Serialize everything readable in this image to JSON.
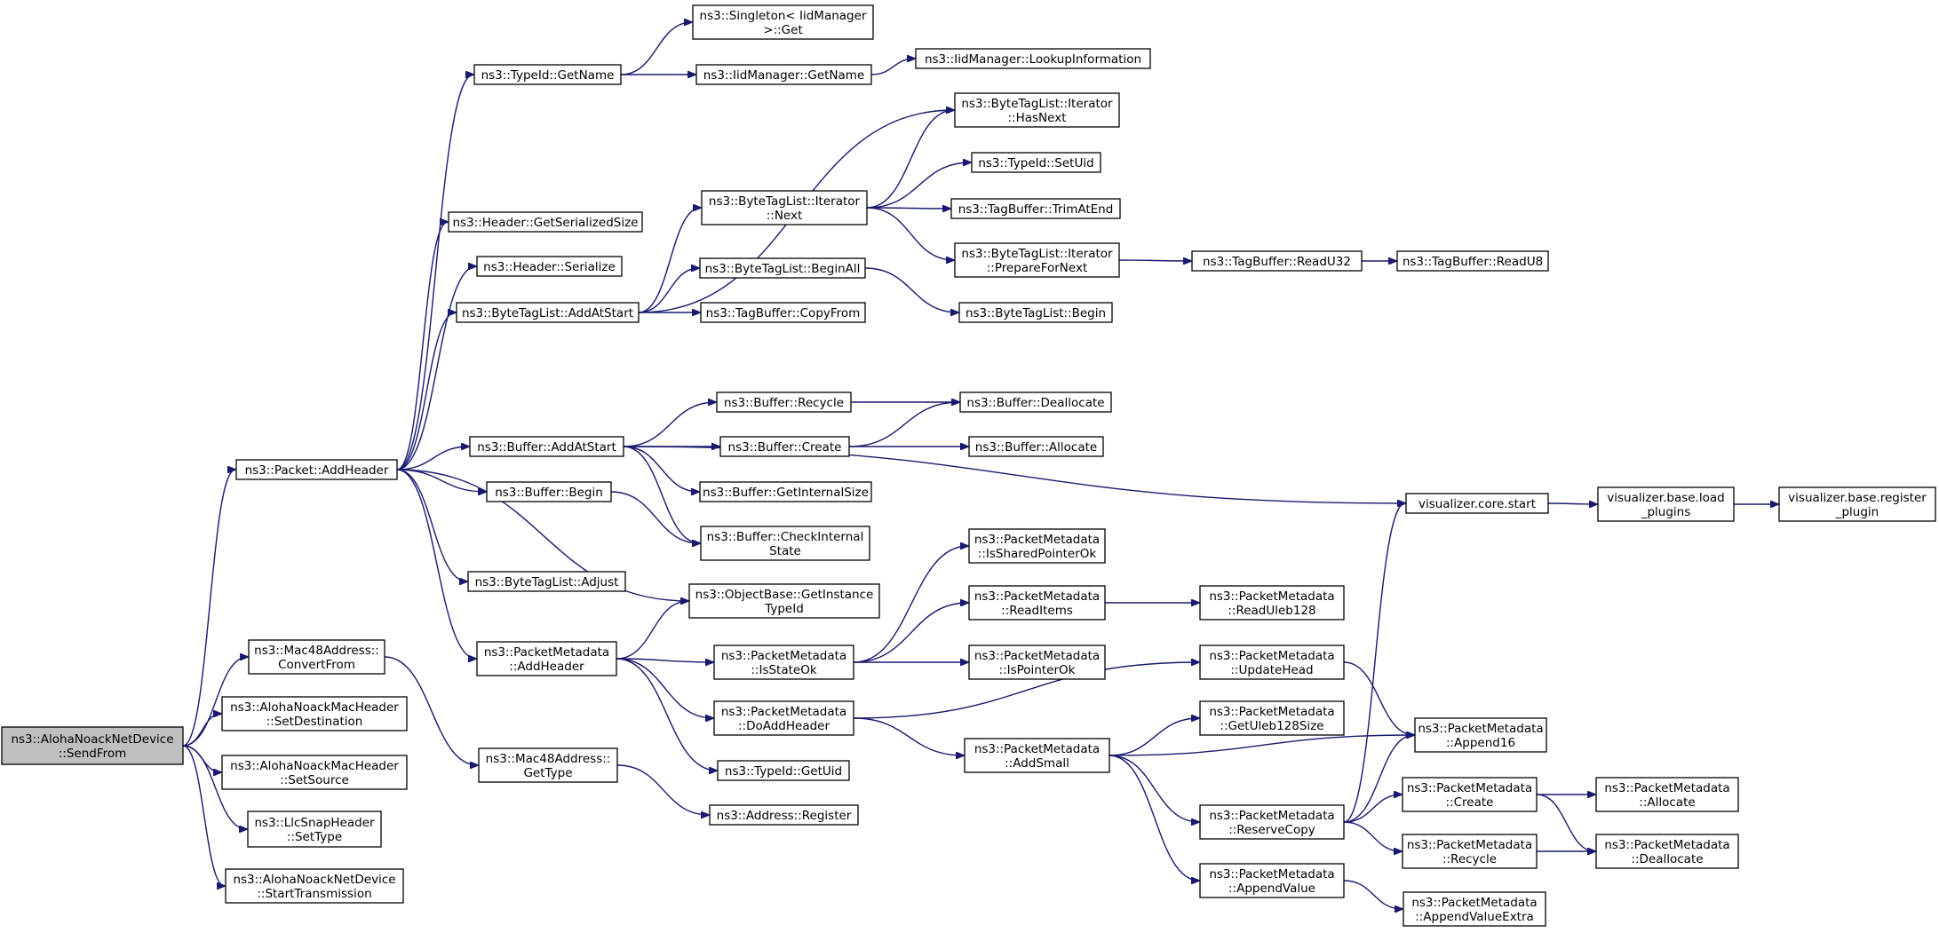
{
  "nodes": [
    {
      "id": "sendfrom",
      "lines": [
        "ns3::AlohaNoackNetDevice",
        "::SendFrom"
      ],
      "root": true
    },
    {
      "id": "addheader",
      "lines": [
        "ns3::Packet::AddHeader"
      ]
    },
    {
      "id": "convertfrom",
      "lines": [
        "ns3::Mac48Address::",
        "ConvertFrom"
      ]
    },
    {
      "id": "setdest",
      "lines": [
        "ns3::AlohaNoackMacHeader",
        "::SetDestination"
      ]
    },
    {
      "id": "setsource",
      "lines": [
        "ns3::AlohaNoackMacHeader",
        "::SetSource"
      ]
    },
    {
      "id": "settype",
      "lines": [
        "ns3::LlcSnapHeader",
        "::SetType"
      ]
    },
    {
      "id": "starttx",
      "lines": [
        "ns3::AlohaNoackNetDevice",
        "::StartTransmission"
      ]
    },
    {
      "id": "typeid_getname",
      "lines": [
        "ns3::TypeId::GetName"
      ]
    },
    {
      "id": "hdr_getsize",
      "lines": [
        "ns3::Header::GetSerializedSize"
      ]
    },
    {
      "id": "hdr_serialize",
      "lines": [
        "ns3::Header::Serialize"
      ]
    },
    {
      "id": "btl_addatstart",
      "lines": [
        "ns3::ByteTagList::AddAtStart"
      ]
    },
    {
      "id": "buf_addatstart",
      "lines": [
        "ns3::Buffer::AddAtStart"
      ]
    },
    {
      "id": "buf_begin",
      "lines": [
        "ns3::Buffer::Begin"
      ]
    },
    {
      "id": "btl_adjust",
      "lines": [
        "ns3::ByteTagList::Adjust"
      ]
    },
    {
      "id": "pm_addheader",
      "lines": [
        "ns3::PacketMetadata",
        "::AddHeader"
      ]
    },
    {
      "id": "mac48_gettype",
      "lines": [
        "ns3::Mac48Address::",
        "GetType"
      ]
    },
    {
      "id": "singleton_get",
      "lines": [
        "ns3::Singleton< IidManager",
        " >::Get"
      ]
    },
    {
      "id": "iid_getname",
      "lines": [
        "ns3::IidManager::GetName"
      ]
    },
    {
      "id": "iid_lookup",
      "lines": [
        "ns3::IidManager::LookupInformation"
      ]
    },
    {
      "id": "btli_hasnext",
      "lines": [
        "ns3::ByteTagList::Iterator",
        "::HasNext"
      ]
    },
    {
      "id": "btli_next",
      "lines": [
        "ns3::ByteTagList::Iterator",
        "::Next"
      ]
    },
    {
      "id": "typeid_setuid",
      "lines": [
        "ns3::TypeId::SetUid"
      ]
    },
    {
      "id": "tb_trimatend",
      "lines": [
        "ns3::TagBuffer::TrimAtEnd"
      ]
    },
    {
      "id": "btli_prepare",
      "lines": [
        "ns3::ByteTagList::Iterator",
        "::PrepareForNext"
      ]
    },
    {
      "id": "tb_readu32",
      "lines": [
        "ns3::TagBuffer::ReadU32"
      ]
    },
    {
      "id": "tb_readu8",
      "lines": [
        "ns3::TagBuffer::ReadU8"
      ]
    },
    {
      "id": "btl_beginall",
      "lines": [
        "ns3::ByteTagList::BeginAll"
      ]
    },
    {
      "id": "btl_begin",
      "lines": [
        "ns3::ByteTagList::Begin"
      ]
    },
    {
      "id": "tb_copyfrom",
      "lines": [
        "ns3::TagBuffer::CopyFrom"
      ]
    },
    {
      "id": "buf_recycle",
      "lines": [
        "ns3::Buffer::Recycle"
      ]
    },
    {
      "id": "buf_dealloc",
      "lines": [
        "ns3::Buffer::Deallocate"
      ]
    },
    {
      "id": "buf_create",
      "lines": [
        "ns3::Buffer::Create"
      ]
    },
    {
      "id": "buf_alloc",
      "lines": [
        "ns3::Buffer::Allocate"
      ]
    },
    {
      "id": "buf_getinternal",
      "lines": [
        "ns3::Buffer::GetInternalSize"
      ]
    },
    {
      "id": "buf_checkinternal",
      "lines": [
        "ns3::Buffer::CheckInternal",
        "State"
      ]
    },
    {
      "id": "ob_getinstance",
      "lines": [
        "ns3::ObjectBase::GetInstance",
        "TypeId"
      ]
    },
    {
      "id": "pm_isstateok",
      "lines": [
        "ns3::PacketMetadata",
        "::IsStateOk"
      ]
    },
    {
      "id": "pm_doaddheader",
      "lines": [
        "ns3::PacketMetadata",
        "::DoAddHeader"
      ]
    },
    {
      "id": "typeid_getuid",
      "lines": [
        "ns3::TypeId::GetUid"
      ]
    },
    {
      "id": "addr_register",
      "lines": [
        "ns3::Address::Register"
      ]
    },
    {
      "id": "pm_issharedptr",
      "lines": [
        "ns3::PacketMetadata",
        "::IsSharedPointerOk"
      ]
    },
    {
      "id": "pm_readitems",
      "lines": [
        "ns3::PacketMetadata",
        "::ReadItems"
      ]
    },
    {
      "id": "pm_ispointer",
      "lines": [
        "ns3::PacketMetadata",
        "::IsPointerOk"
      ]
    },
    {
      "id": "pm_readuleb",
      "lines": [
        "ns3::PacketMetadata",
        "::ReadUleb128"
      ]
    },
    {
      "id": "pm_updatehead",
      "lines": [
        "ns3::PacketMetadata",
        "::UpdateHead"
      ]
    },
    {
      "id": "pm_addsmall",
      "lines": [
        "ns3::PacketMetadata",
        "::AddSmall"
      ]
    },
    {
      "id": "pm_getuleb",
      "lines": [
        "ns3::PacketMetadata",
        "::GetUleb128Size"
      ]
    },
    {
      "id": "pm_append16",
      "lines": [
        "ns3::PacketMetadata",
        "::Append16"
      ]
    },
    {
      "id": "pm_reservecopy",
      "lines": [
        "ns3::PacketMetadata",
        "::ReserveCopy"
      ]
    },
    {
      "id": "pm_appendvalue",
      "lines": [
        "ns3::PacketMetadata",
        "::AppendValue"
      ]
    },
    {
      "id": "pm_create",
      "lines": [
        "ns3::PacketMetadata",
        "::Create"
      ]
    },
    {
      "id": "pm_recycle",
      "lines": [
        "ns3::PacketMetadata",
        "::Recycle"
      ]
    },
    {
      "id": "pm_appendvalueextra",
      "lines": [
        "ns3::PacketMetadata",
        "::AppendValueExtra"
      ]
    },
    {
      "id": "pm_allocate",
      "lines": [
        "ns3::PacketMetadata",
        "::Allocate"
      ]
    },
    {
      "id": "pm_deallocate",
      "lines": [
        "ns3::PacketMetadata",
        "::Deallocate"
      ]
    },
    {
      "id": "vis_start",
      "lines": [
        "visualizer.core.start"
      ]
    },
    {
      "id": "vis_load",
      "lines": [
        "visualizer.base.load",
        "_plugins"
      ]
    },
    {
      "id": "vis_register",
      "lines": [
        "visualizer.base.register",
        "_plugin"
      ]
    }
  ],
  "edges": [
    [
      "sendfrom",
      "addheader"
    ],
    [
      "sendfrom",
      "convertfrom"
    ],
    [
      "sendfrom",
      "setdest"
    ],
    [
      "sendfrom",
      "setsource"
    ],
    [
      "sendfrom",
      "settype"
    ],
    [
      "sendfrom",
      "starttx"
    ],
    [
      "addheader",
      "typeid_getname"
    ],
    [
      "addheader",
      "hdr_getsize"
    ],
    [
      "addheader",
      "hdr_serialize"
    ],
    [
      "addheader",
      "btl_addatstart"
    ],
    [
      "addheader",
      "buf_addatstart"
    ],
    [
      "addheader",
      "buf_begin"
    ],
    [
      "addheader",
      "btl_adjust"
    ],
    [
      "addheader",
      "pm_addheader"
    ],
    [
      "addheader",
      "ob_getinstance"
    ],
    [
      "convertfrom",
      "mac48_gettype"
    ],
    [
      "mac48_gettype",
      "addr_register"
    ],
    [
      "typeid_getname",
      "singleton_get"
    ],
    [
      "typeid_getname",
      "iid_getname"
    ],
    [
      "iid_getname",
      "iid_lookup"
    ],
    [
      "btl_addatstart",
      "btli_hasnext"
    ],
    [
      "btl_addatstart",
      "btli_next"
    ],
    [
      "btl_addatstart",
      "btl_beginall"
    ],
    [
      "btl_addatstart",
      "tb_copyfrom"
    ],
    [
      "btli_next",
      "btli_hasnext"
    ],
    [
      "btli_next",
      "typeid_setuid"
    ],
    [
      "btli_next",
      "tb_trimatend"
    ],
    [
      "btli_next",
      "btli_prepare"
    ],
    [
      "btli_prepare",
      "tb_readu32"
    ],
    [
      "tb_readu32",
      "tb_readu8"
    ],
    [
      "btl_beginall",
      "btl_begin"
    ],
    [
      "buf_addatstart",
      "buf_recycle"
    ],
    [
      "buf_addatstart",
      "buf_create"
    ],
    [
      "buf_addatstart",
      "buf_getinternal"
    ],
    [
      "buf_addatstart",
      "buf_checkinternal"
    ],
    [
      "buf_addatstart",
      "vis_start"
    ],
    [
      "buf_recycle",
      "buf_dealloc"
    ],
    [
      "buf_create",
      "buf_dealloc"
    ],
    [
      "buf_create",
      "buf_alloc"
    ],
    [
      "buf_begin",
      "buf_checkinternal"
    ],
    [
      "vis_start",
      "vis_load"
    ],
    [
      "vis_load",
      "vis_register"
    ],
    [
      "pm_addheader",
      "ob_getinstance"
    ],
    [
      "pm_addheader",
      "pm_isstateok"
    ],
    [
      "pm_addheader",
      "pm_doaddheader"
    ],
    [
      "pm_addheader",
      "typeid_getuid"
    ],
    [
      "pm_isstateok",
      "pm_issharedptr"
    ],
    [
      "pm_isstateok",
      "pm_readitems"
    ],
    [
      "pm_isstateok",
      "pm_ispointer"
    ],
    [
      "pm_readitems",
      "pm_readuleb"
    ],
    [
      "pm_doaddheader",
      "pm_updatehead"
    ],
    [
      "pm_doaddheader",
      "pm_addsmall"
    ],
    [
      "pm_updatehead",
      "pm_append16"
    ],
    [
      "pm_addsmall",
      "pm_getuleb"
    ],
    [
      "pm_addsmall",
      "pm_append16"
    ],
    [
      "pm_addsmall",
      "pm_reservecopy"
    ],
    [
      "pm_addsmall",
      "pm_appendvalue"
    ],
    [
      "pm_reservecopy",
      "vis_start"
    ],
    [
      "pm_reservecopy",
      "pm_append16"
    ],
    [
      "pm_reservecopy",
      "pm_create"
    ],
    [
      "pm_reservecopy",
      "pm_recycle"
    ],
    [
      "pm_create",
      "pm_allocate"
    ],
    [
      "pm_create",
      "pm_deallocate"
    ],
    [
      "pm_recycle",
      "pm_deallocate"
    ],
    [
      "pm_appendvalue",
      "pm_appendvalueextra"
    ]
  ]
}
